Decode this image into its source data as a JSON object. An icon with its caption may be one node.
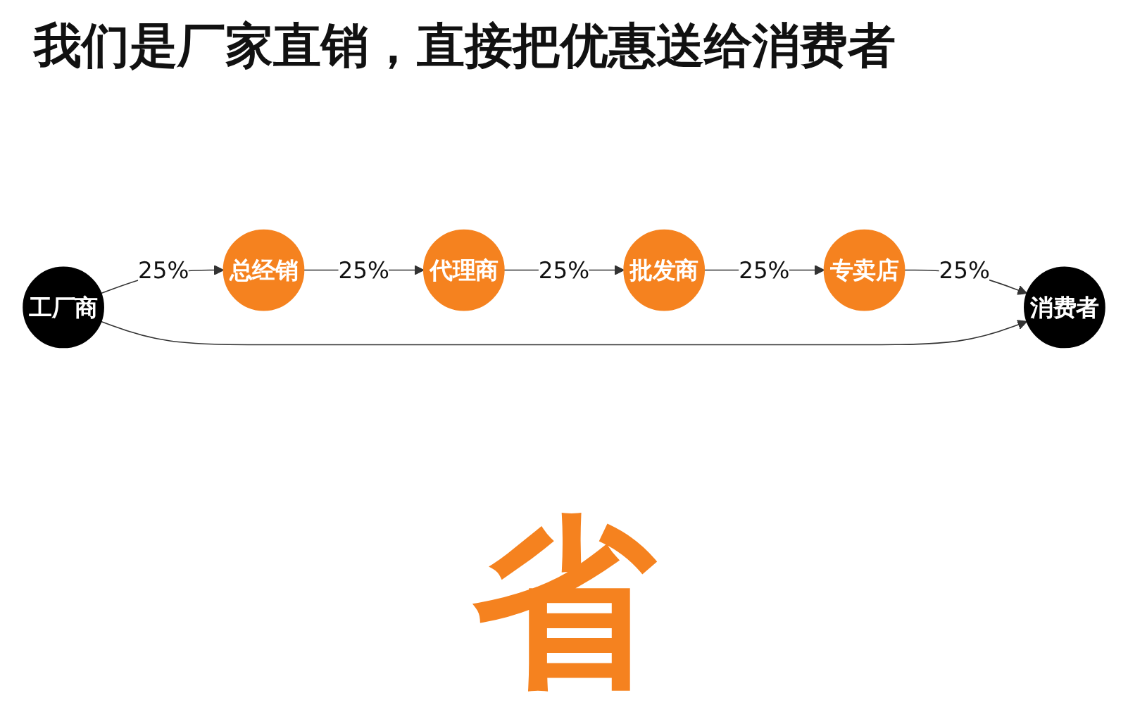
{
  "diagram": {
    "title": "我们是厂家直销，直接把优惠送给消费者",
    "nodes": [
      {
        "text": [
          "工厂商"
        ]
      },
      {
        "text": [
          "总经销"
        ]
      },
      {
        "text": [
          "代理商"
        ]
      },
      {
        "text": [
          "批发商"
        ]
      },
      {
        "text": [
          "专卖店"
        ]
      },
      {
        "text": [
          "消费者"
        ]
      }
    ],
    "edges": [
      {
        "from": 0,
        "to": 1,
        "arrow": "to",
        "label": "25%"
      },
      {
        "from": 1,
        "to": 2,
        "arrow": "to",
        "label": "25%"
      },
      {
        "from": 2,
        "to": 3,
        "arrow": "to",
        "label": "25%"
      },
      {
        "from": 3,
        "to": 4,
        "arrow": "to",
        "label": "25%"
      },
      {
        "from": 4,
        "to": 5,
        "arrow": "to",
        "label": "25%"
      },
      {
        "from": 0,
        "to": 5,
        "arrow": "to"
      }
    ],
    "labels": [
      "省"
    ]
  }
}
